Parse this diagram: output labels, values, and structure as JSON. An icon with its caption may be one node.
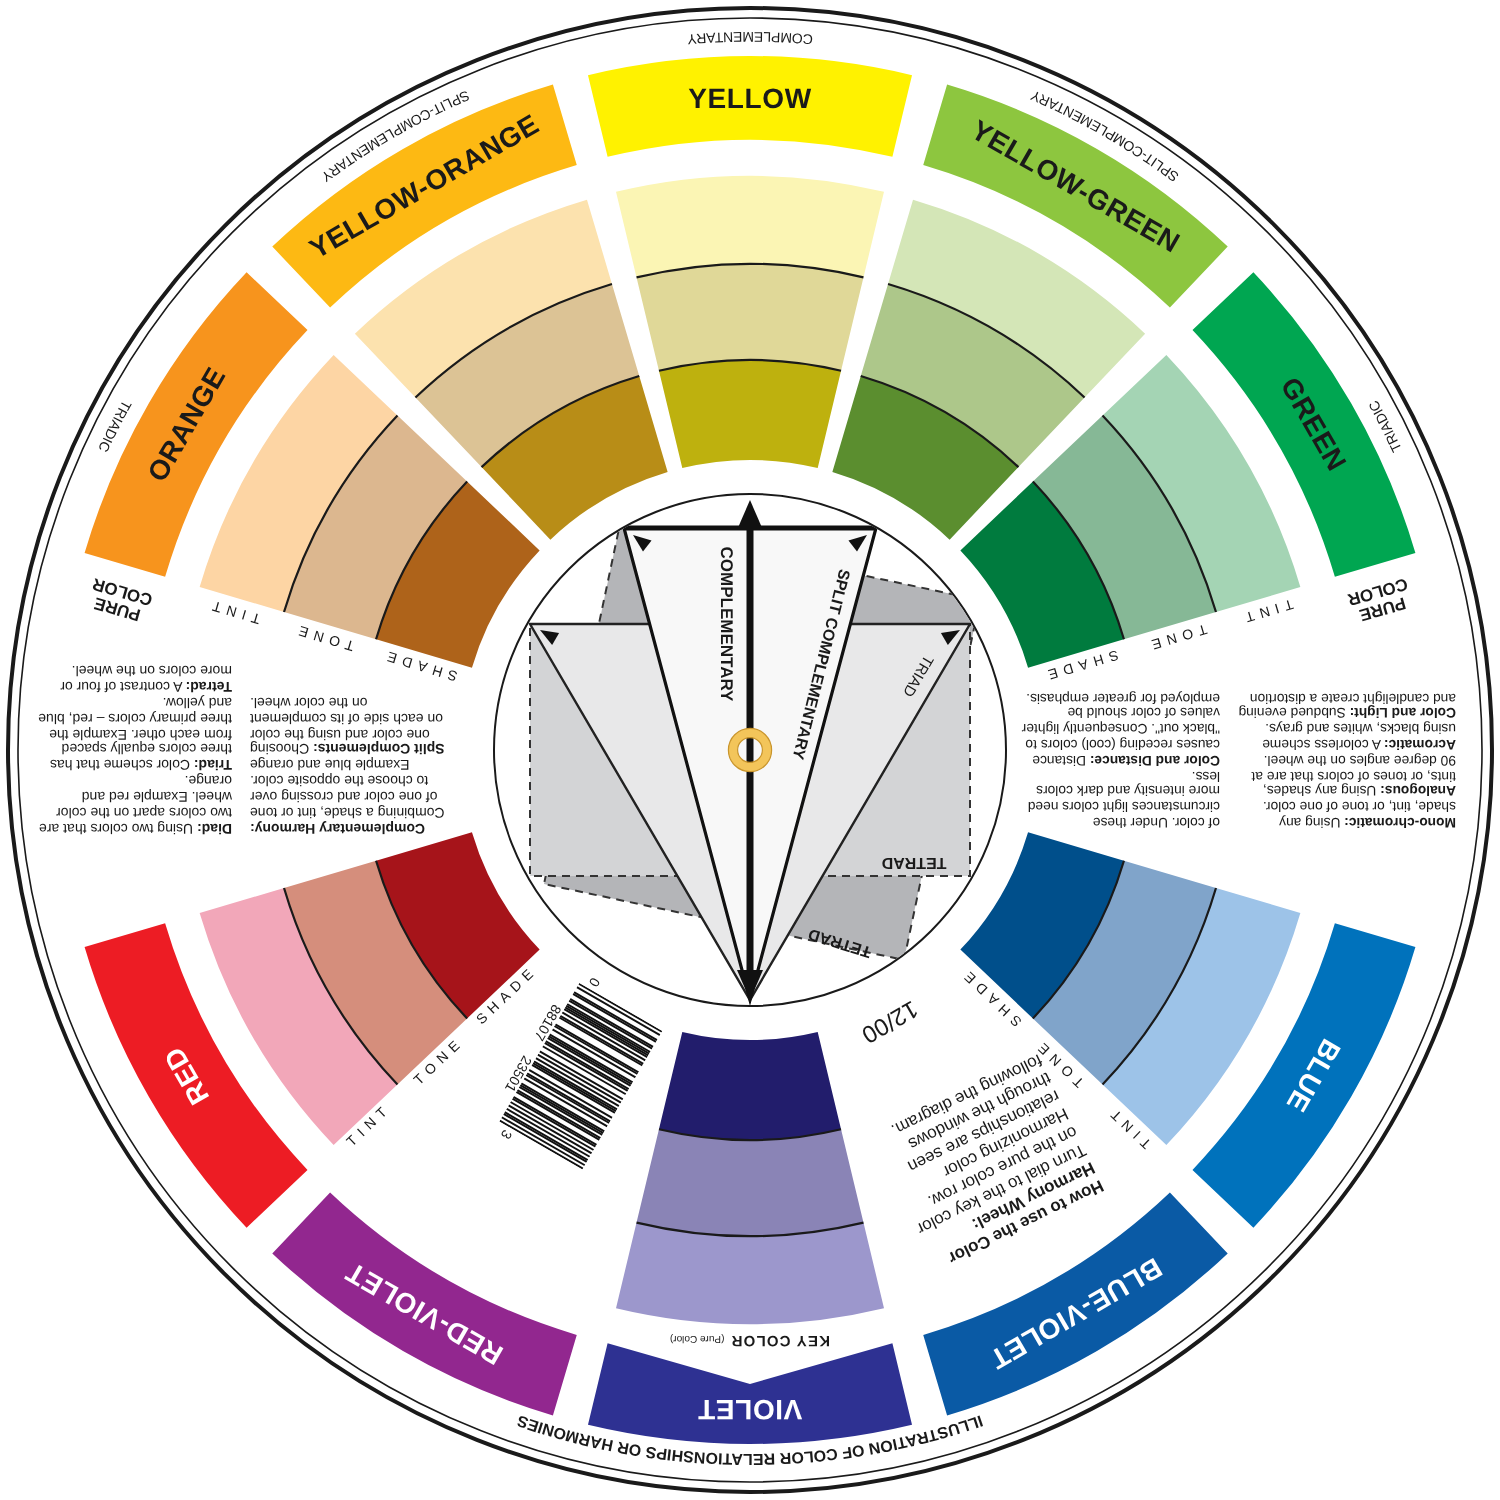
{
  "diagram": {
    "nodes": [
      {
        "text": [
          "YELLOW"
        ]
      },
      {
        "text": [
          "YELLOW-ORANGE"
        ]
      },
      {
        "text": [
          "YELLOW-GREEN"
        ]
      },
      {
        "text": [
          "ORANGE"
        ]
      },
      {
        "text": [
          "GREEN"
        ]
      },
      {
        "text": [
          "RED"
        ]
      },
      {
        "text": [
          "BLUE"
        ]
      },
      {
        "text": [
          "RED-VIOLET"
        ]
      },
      {
        "text": [
          "BLUE-VIOLET"
        ]
      },
      {
        "text": [
          "VIOLET"
        ]
      }
    ],
    "labels": [
      "COMPLEMENTARY",
      "SPLIT-COMPLEMENTARY",
      "SPLIT-COMPLEMENTARY",
      "TRIADIC",
      "TRIADIC",
      "PURE COLOR",
      "PURE COLOR",
      "SHADE",
      "TONE",
      "TINT",
      "TINT",
      "TONE",
      "SHADE",
      "COMPLEMENTARY",
      "SPLIT COMPLEMENTARY",
      "TRIAD",
      "**Complementary Harmony:** Combining a shade, tint or tone of one color and crossing over to choose the opposite color. Example blue and orange",
      "**Split Complements:** Choosing one color and using the color on each side of its complement on the color wheel.",
      "**Diad:** Using two colors that are two colors apart on the color wheel. Example red and orange.",
      "**Triad:** Color scheme that has three colors equally spaced from each other. Example the three primary colors – red, blue and yellow.",
      "**Tetrad:** A contrast of four or more colors on the wheel.",
      "**Mono-chromatic:** Using any shade, tint, or tone of one color.",
      "**Analogous:** Using any shades, tints, or tones of colors that are at 90 degree angles on the wheel.",
      "**Acromatic:** A colorless scheme using blacks, whites and grays.",
      "**Color and Light:** Subdued evening and candlelight create a distortion",
      "of color. Under these circumstances light colors need more intensity and dark colors less.",
      "**Color and Distance:** Distance causes receding (cool) colors to \"black out\". Consequently lighter values of color should be employed for greater emphasis.",
      "TETRAD",
      "TETRAD",
      "TINT",
      "TONE",
      "SHADE",
      "TINT",
      "TONE",
      "SHADE",
      "12/00",
      "0",
      "88107",
      "23501",
      "3",
      "How to use the Color Harmony Wheel:",
      "Turn dial to the key color on the pure color row. Harmonizing color relationships are seen through the windows following the diagram.",
      "(Pure Color)",
      "KEY COLOR",
      "ILLUSTRATION OF COLOR RELATIONSHIPS OR HARMONIES"
    ]
  }
}
